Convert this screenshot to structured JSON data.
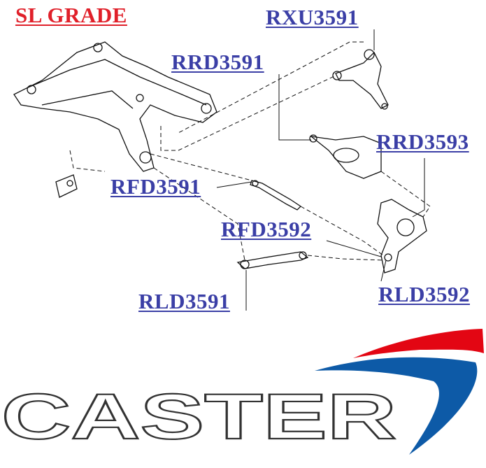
{
  "title": "SL GRADE",
  "parts": [
    {
      "code": "RXU3591"
    },
    {
      "code": "RRD3591"
    },
    {
      "code": "RRD3593"
    },
    {
      "code": "RFD3591"
    },
    {
      "code": "RFD3592"
    },
    {
      "code": "RLD3592"
    },
    {
      "code": "RLD3591"
    }
  ],
  "logo": {
    "text": "CASTER",
    "colors": {
      "red": "#e30613",
      "blue": "#0d5aa7",
      "outline": "#333333"
    }
  },
  "colors": {
    "label": "#3b3fa6",
    "grade": "#e0202a"
  }
}
